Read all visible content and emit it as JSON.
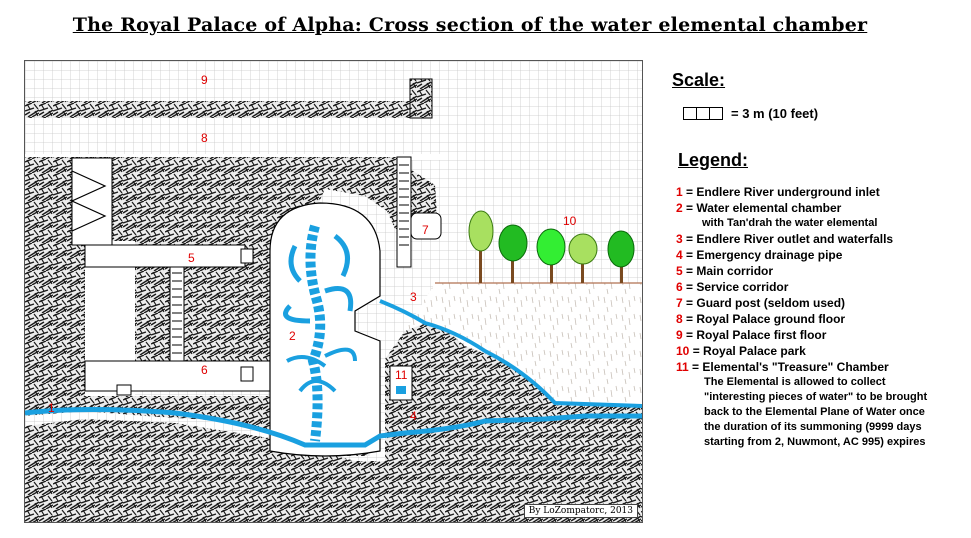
{
  "title": "The Royal Palace of Alpha: Cross section of the water elemental chamber",
  "scale": {
    "heading": "Scale",
    "heading_colon": ":",
    "value": "= 3 m (10 feet)"
  },
  "legend": {
    "heading": "Legend:",
    "items": [
      {
        "num": "1",
        "text": "= Endlere River underground inlet"
      },
      {
        "num": "2",
        "text": "= Water elemental chamber"
      },
      {
        "num": "3",
        "text": "= Endlere River outlet and waterfalls"
      },
      {
        "num": "4",
        "text": "= Emergency drainage pipe"
      },
      {
        "num": "5",
        "text": "= Main corridor"
      },
      {
        "num": "6",
        "text": "= Service corridor"
      },
      {
        "num": "7",
        "text": "= Guard post (seldom used)"
      },
      {
        "num": "8",
        "text": "= Royal Palace ground floor"
      },
      {
        "num": "9",
        "text": "= Royal Palace first floor"
      },
      {
        "num": "10",
        "text": "= Royal Palace park"
      },
      {
        "num": "11",
        "text": "= Elemental's \"Treasure\" Chamber"
      }
    ],
    "item2_note": "with Tan'drah the water elemental",
    "item11_note": [
      "The Elemental is allowed to collect",
      "\"interesting pieces of water\" to be brought",
      "back to the Elemental Plane of Water once",
      "the duration of its summoning (9999 days",
      "starting from 2, Nuwmont, AC 995) expires"
    ]
  },
  "map_labels": {
    "l1": "1",
    "l2": "2",
    "l3": "3",
    "l4": "4",
    "l5": "5",
    "l6": "6",
    "l7": "7",
    "l8": "8",
    "l9": "9",
    "l10": "10",
    "l11": "11"
  },
  "credit": "By LoZompatorc, 2013",
  "colors": {
    "label_red": "#e00000",
    "water_blue": "#1aa0e0",
    "tree_green": "#22bb22",
    "rock_dark": "#333333"
  }
}
